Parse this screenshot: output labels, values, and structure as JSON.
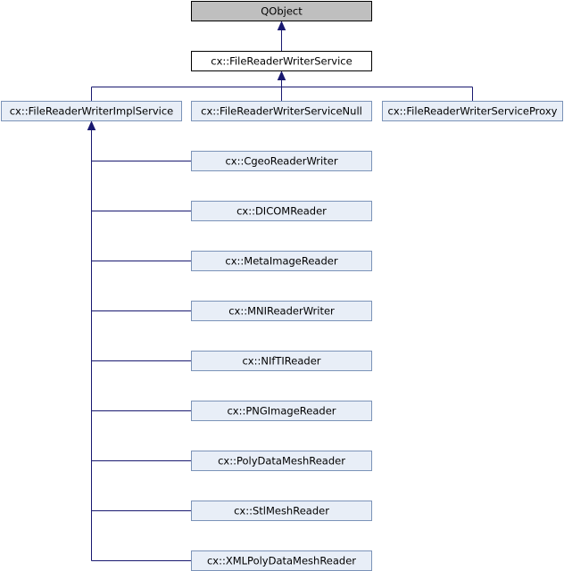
{
  "diagram": {
    "root": {
      "label": "QObject",
      "style": "root"
    },
    "base": {
      "label": "cx::FileReaderWriterService",
      "style": "base"
    },
    "level2": [
      {
        "label": "cx::FileReaderWriterImplService",
        "style": "class"
      },
      {
        "label": "cx::FileReaderWriterServiceNull",
        "style": "class"
      },
      {
        "label": "cx::FileReaderWriterServiceProxy",
        "style": "class"
      }
    ],
    "impl_children": [
      {
        "label": "cx::CgeoReaderWriter"
      },
      {
        "label": "cx::DICOMReader"
      },
      {
        "label": "cx::MetaImageReader"
      },
      {
        "label": "cx::MNIReaderWriter"
      },
      {
        "label": "cx::NIfTIReader"
      },
      {
        "label": "cx::PNGImageReader"
      },
      {
        "label": "cx::PolyDataMeshReader"
      },
      {
        "label": "cx::StlMeshReader"
      },
      {
        "label": "cx::XMLPolyDataMeshReader"
      }
    ]
  },
  "colors": {
    "edge": "#191970",
    "root_fill": "#bfbfbf",
    "root_stroke": "#000000",
    "base_fill": "#ffffff",
    "base_stroke": "#000000",
    "class_fill": "#e8eef7",
    "class_stroke": "#7b93b8"
  }
}
